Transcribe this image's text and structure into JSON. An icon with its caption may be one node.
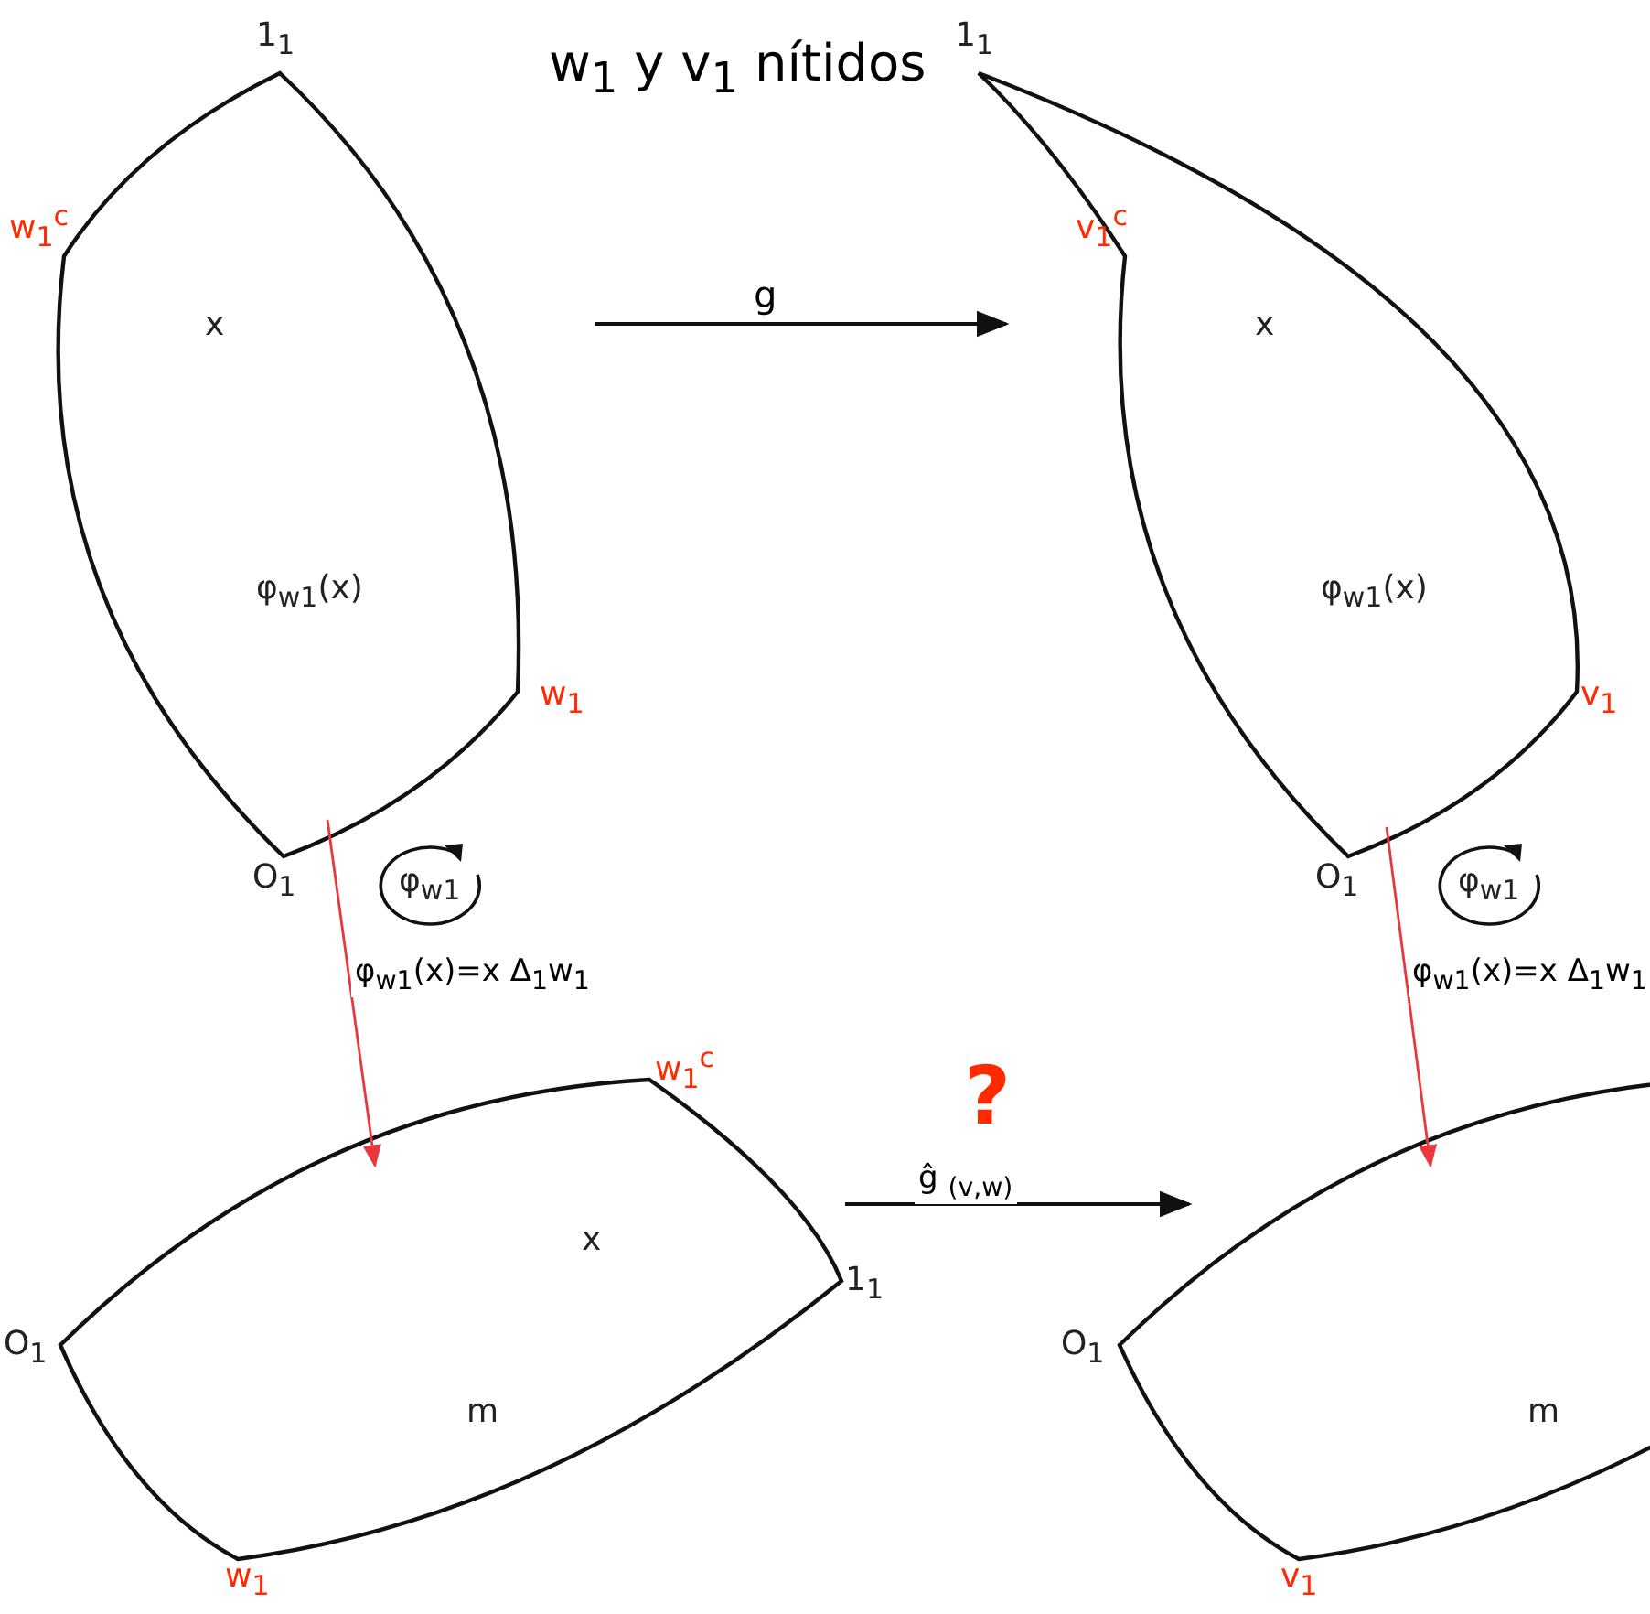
{
  "diagram": {
    "title": "w$_{1}$ y v$_{1}$ nítidos",
    "nodes": [
      {
        "text": [
          "x",
          "φ$_{w1}$(x)"
        ],
        "beside": [
          "1$_{1}$",
          "w$_{1}$$^{c}$",
          "w$_{1}$",
          "O$_{1}$"
        ]
      },
      {
        "text": [
          "x",
          "φ$_{w1}$(x)"
        ],
        "beside": [
          "1$_{1}$",
          "v$_{1}$$^{c}$",
          "v$_{1}$",
          "O$_{1}$"
        ]
      },
      {
        "text": [
          "φ$_{w1}$"
        ]
      },
      {
        "text": [
          "φ$_{w1}$"
        ]
      },
      {
        "text": [
          "x",
          "m"
        ],
        "beside": [
          "w$_{1}$$^{c}$",
          "1$_{1}$",
          "O$_{1}$",
          "w$_{1}$"
        ]
      },
      {
        "text": [
          "m"
        ],
        "beside": [
          "O$_{1}$",
          "v$_{1}$"
        ]
      }
    ],
    "edges": [
      {
        "from": 0,
        "to": 1,
        "arrow": "to",
        "label": "g"
      },
      {
        "from": 0,
        "to": 4,
        "arrow": "to",
        "label": "φ$_{w1}$(x)=x Δ$_{1}$w$_{1}$",
        "color": "#e8383d"
      },
      {
        "from": 1,
        "to": 5,
        "arrow": "to",
        "label": "φ$_{w1}$(x)=x Δ$_{1}$w$_{1}$",
        "color": "#e8383d"
      },
      {
        "from": 4,
        "to": 5,
        "arrow": "to",
        "label": "ĝ $_{(v,w)}$"
      }
    ],
    "labels": [
      "?"
    ]
  }
}
